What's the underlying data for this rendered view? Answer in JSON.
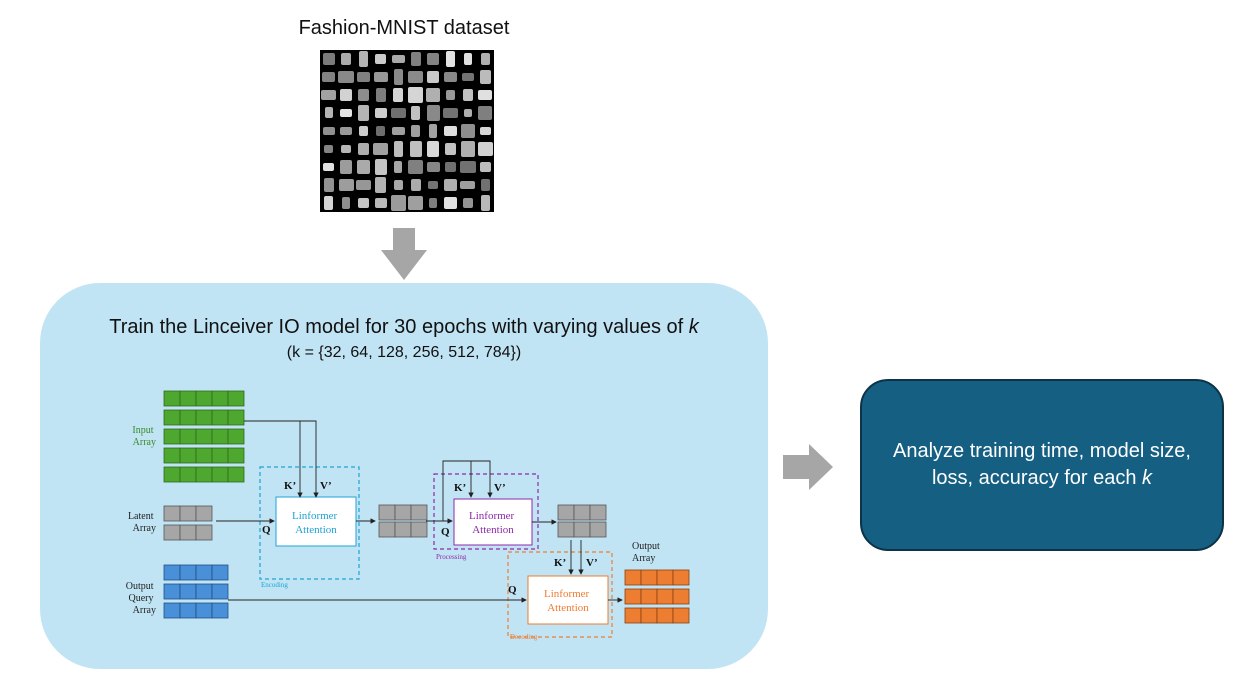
{
  "dataset": {
    "title": "Fashion-MNIST dataset"
  },
  "training": {
    "title_prefix": "Train the Linceiver IO model for 30 epochs with varying values of ",
    "title_var": "k",
    "k_values": "(k = {32, 64, 128, 256, 512, 784})"
  },
  "diagram": {
    "input_array": [
      "Input",
      "Array"
    ],
    "latent_array": [
      "Latent",
      "Array"
    ],
    "output_query_array": [
      "Output",
      "Query",
      "Array"
    ],
    "output_array": [
      "Output",
      "Array"
    ],
    "attention_label": [
      "Linformer",
      "Attention"
    ],
    "stages": {
      "encoding": "Encoding",
      "processing": "Processing",
      "decoding": "Decoding"
    },
    "k_label": "K’",
    "v_label": "V’",
    "q_label": "Q",
    "colors": {
      "input": "#4ea72e",
      "latent": "#a6a6a6",
      "query": "#4a90d9",
      "output": "#ed7d31",
      "encoding": "#1fa3d4",
      "processing": "#8e2aa8",
      "decoding": "#ed7d31"
    }
  },
  "result": {
    "line1": "Analyze training time, model size,",
    "line2_prefix": "loss, accuracy for each ",
    "line2_var": "k"
  }
}
